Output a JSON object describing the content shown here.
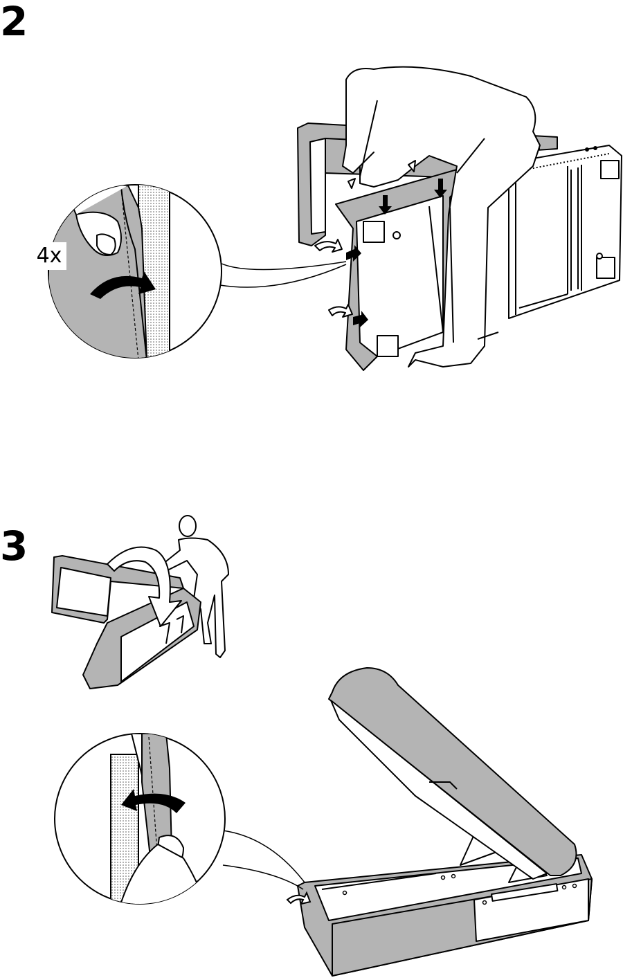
{
  "steps": [
    {
      "number": "2",
      "quantity_label": "4x"
    },
    {
      "number": "3"
    }
  ],
  "colors": {
    "fabric": "#b4b4b4",
    "line": "#000000",
    "paper": "#ffffff"
  },
  "icons": [
    "rotate-arrow-icon",
    "push-arrow-icon",
    "curved-arrow-icon"
  ]
}
